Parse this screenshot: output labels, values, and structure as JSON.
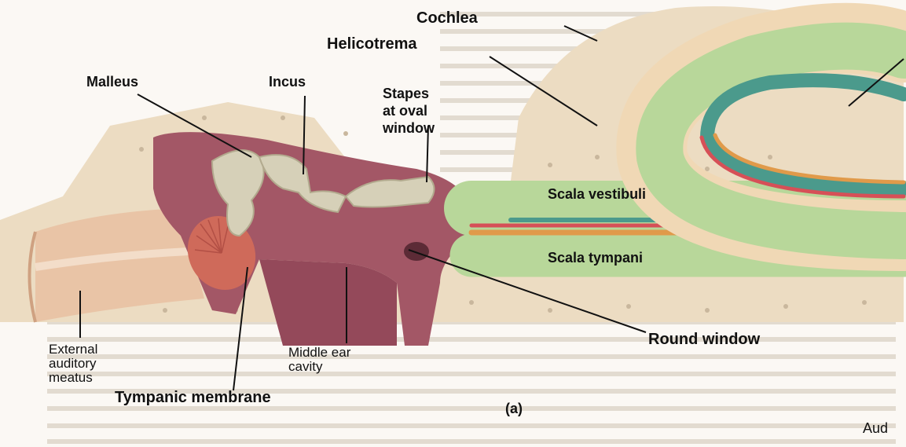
{
  "labels": {
    "cochlea": "Cochlea",
    "helicotrema": "Helicotrema",
    "malleus": "Malleus",
    "incus": "Incus",
    "stapes": [
      "Stapes",
      "at oval",
      "window"
    ],
    "scala_vestibuli": "Scala vestibuli",
    "scala_tympani": "Scala tympani",
    "round_window": "Round window",
    "external_auditory_meatus": [
      "External",
      "auditory",
      "meatus"
    ],
    "middle_ear_cavity": [
      "Middle ear",
      "cavity"
    ],
    "tympanic_membrane": "Tympanic membrane",
    "panel": "(a)",
    "corner_text": "Aud"
  },
  "colors": {
    "background_page": "#ede7de",
    "bone": "#ecdcc2",
    "ear_canal": "#e9c4a6",
    "middle_ear": "#a35766",
    "ossicles": "#d6d0b8",
    "tympanic_membrane": "#cf6a5a",
    "scala_green": "#b8d79a",
    "cochlear_duct": "#4b9a8c",
    "basilar_red": "#d65057",
    "orange_band": "#e09a4a",
    "leader_line": "#111111"
  }
}
